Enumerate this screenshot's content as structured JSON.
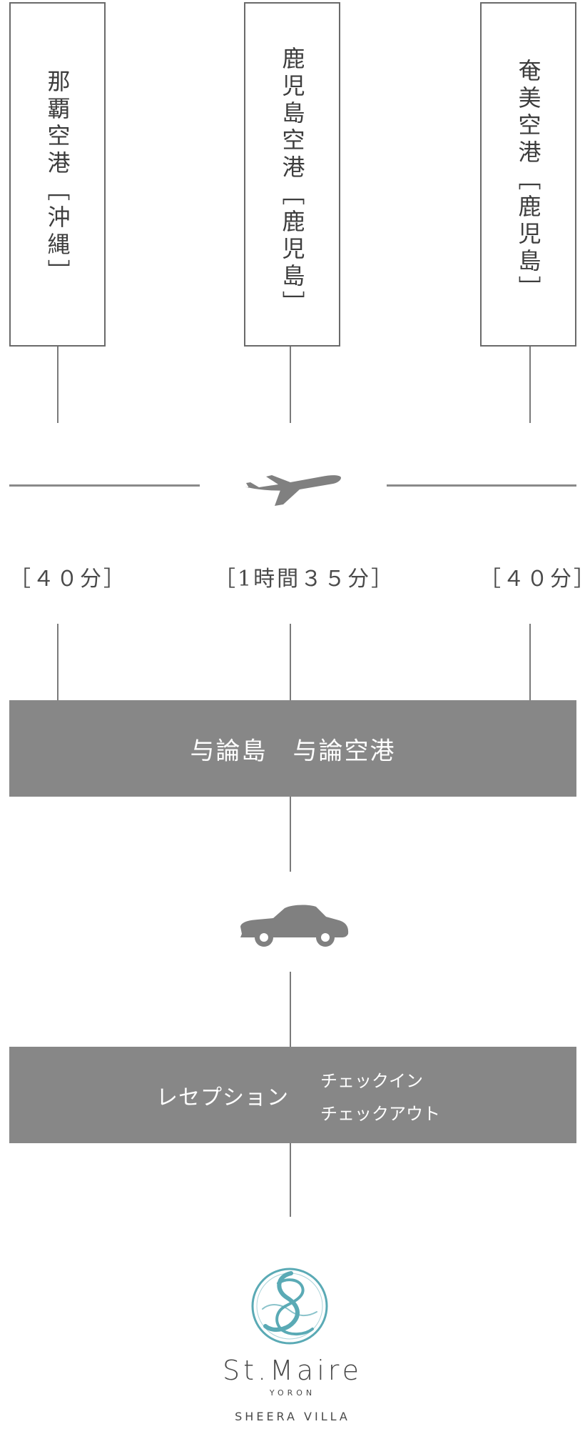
{
  "airports": [
    {
      "name": "那覇空港",
      "region": "［沖縄］"
    },
    {
      "name": "鹿児島空港",
      "region": "［鹿児島］"
    },
    {
      "name": "奄美空港",
      "region": "［鹿児島］"
    }
  ],
  "flight_icon": "airplane-icon",
  "durations": [
    "［４０分］",
    "［1時間３５分］",
    "［４０分］"
  ],
  "destination": {
    "label": "与論島　与論空港"
  },
  "car_icon": "car-icon",
  "reception": {
    "label": "レセプション",
    "checkin": "チェックイン",
    "checkout": "チェックアウト"
  },
  "brand": {
    "name": "St.Maire",
    "location": "YORON",
    "subtitle": "SHEERA VILLA"
  },
  "colors": {
    "line": "#7a7a7a",
    "bar": "#878787",
    "logo_teal": "#5aaab5"
  }
}
